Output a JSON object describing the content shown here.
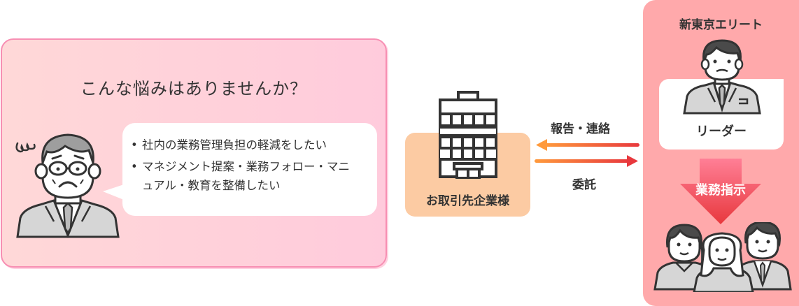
{
  "worry_panel": {
    "title": "こんな悩みはありませんか？",
    "bubble_items": [
      {
        "bullet": "•",
        "text": "社内の業務管理負担の軽減をしたい"
      },
      {
        "bullet": "•",
        "text": "マネジメント提案・業務フォロー・マニュアル・教育を整備したい"
      }
    ],
    "icons": [
      "worried-man-icon",
      "swirl-icon",
      "speech-bubble"
    ],
    "colors": {
      "border": "#f78fb3",
      "bg_from": "#ffd8d8",
      "bg_to": "#ffcbdc"
    }
  },
  "client": {
    "label": "お取引先企業様",
    "icon": "office-building-icon",
    "colors": {
      "bg": "#fccba3"
    }
  },
  "flows": {
    "report_label": "報告・連絡",
    "report_direction": "left",
    "commission_label": "委託",
    "commission_direction": "right",
    "colors": {
      "arrow_from": "#ff9a3c",
      "arrow_to": "#e8383d"
    }
  },
  "elite_panel": {
    "title": "新東京エリート",
    "leader_label": "リーダー",
    "instruction_label": "業務指示",
    "icons": [
      "leader-man-icon",
      "down-arrow-icon",
      "team-members-icon"
    ],
    "colors": {
      "bg": "#ffa9ab",
      "arrow_top": "#ff7f96",
      "arrow_bottom": "#e8383d"
    }
  }
}
